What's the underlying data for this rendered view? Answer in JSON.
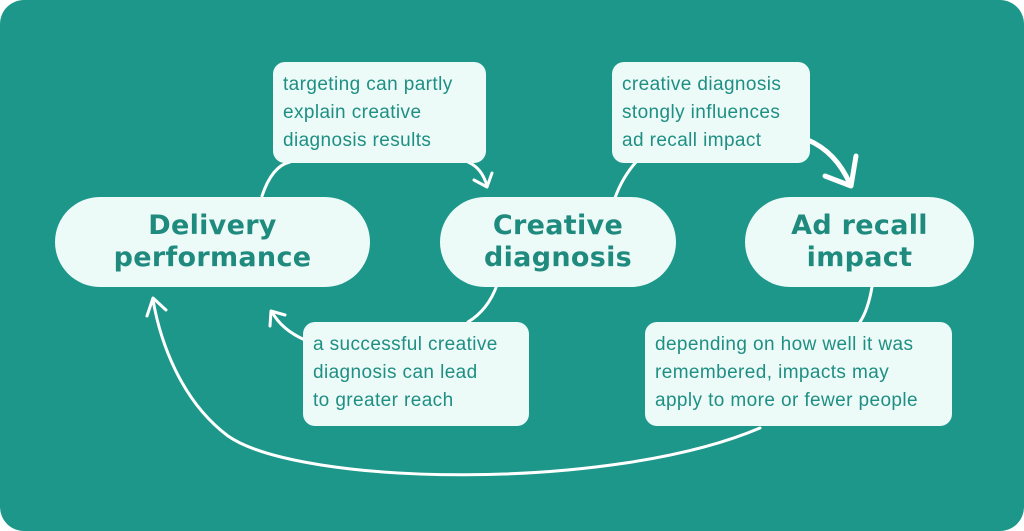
{
  "colors": {
    "background": "#1d978a",
    "box": "#ecfaf8",
    "node_text": "#1f8a7e",
    "note_text": "#1f8f83",
    "arrow": "#ffffff"
  },
  "nodes": {
    "delivery": "Delivery\nperformance",
    "creative": "Creative\ndiagnosis",
    "recall": "Ad recall\nimpact"
  },
  "notes": {
    "targeting": "targeting can partly\nexplain creative\ndiagnosis results",
    "influence": "creative diagnosis\nstongly influences\nad recall impact",
    "reach": "a successful creative\ndiagnosis can lead\nto greater reach",
    "remembered": "depending on how well it was\nremembered, impacts may\napply to more or fewer people"
  }
}
